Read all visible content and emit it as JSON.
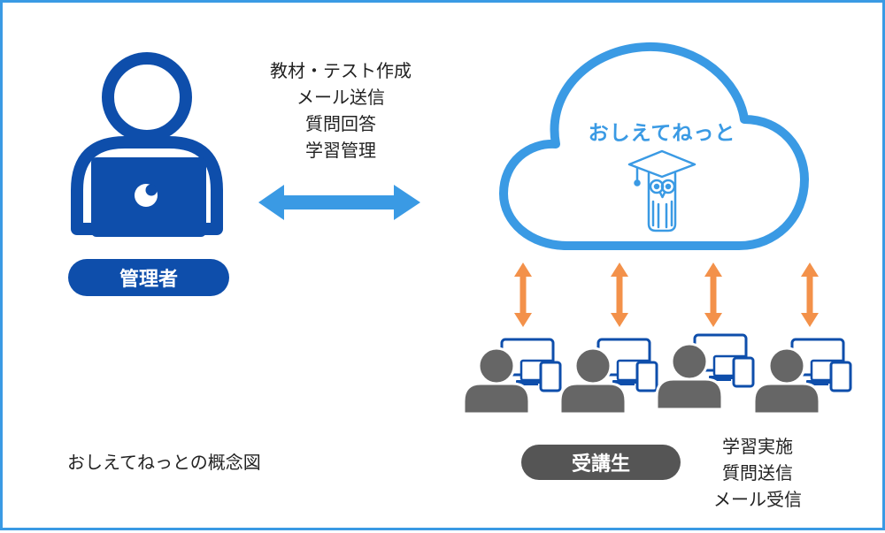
{
  "admin": {
    "label": "管理者",
    "tasks": [
      "教材・テスト作成",
      "メール送信",
      "質問回答",
      "学習管理"
    ]
  },
  "cloud": {
    "service_name": "おしえてねっと"
  },
  "learners": {
    "label": "受講生",
    "tasks": [
      "学習実施",
      "質問送信",
      "メール受信"
    ]
  },
  "caption": "おしえてねっとの概念図",
  "icons": {
    "admin": "person-with-laptop-icon",
    "cloud": "cloud-icon",
    "owl": "owl-graduate-icon",
    "learner": "person-with-devices-icon",
    "arrow": "double-arrow-icon"
  },
  "colors": {
    "border": "#3a9ae4",
    "admin_blue": "#0e4eab",
    "cloud_blue": "#3a9ae4",
    "arrow_orange": "#f3914a",
    "learner_gray": "#666666",
    "learner_pill": "#555555"
  }
}
